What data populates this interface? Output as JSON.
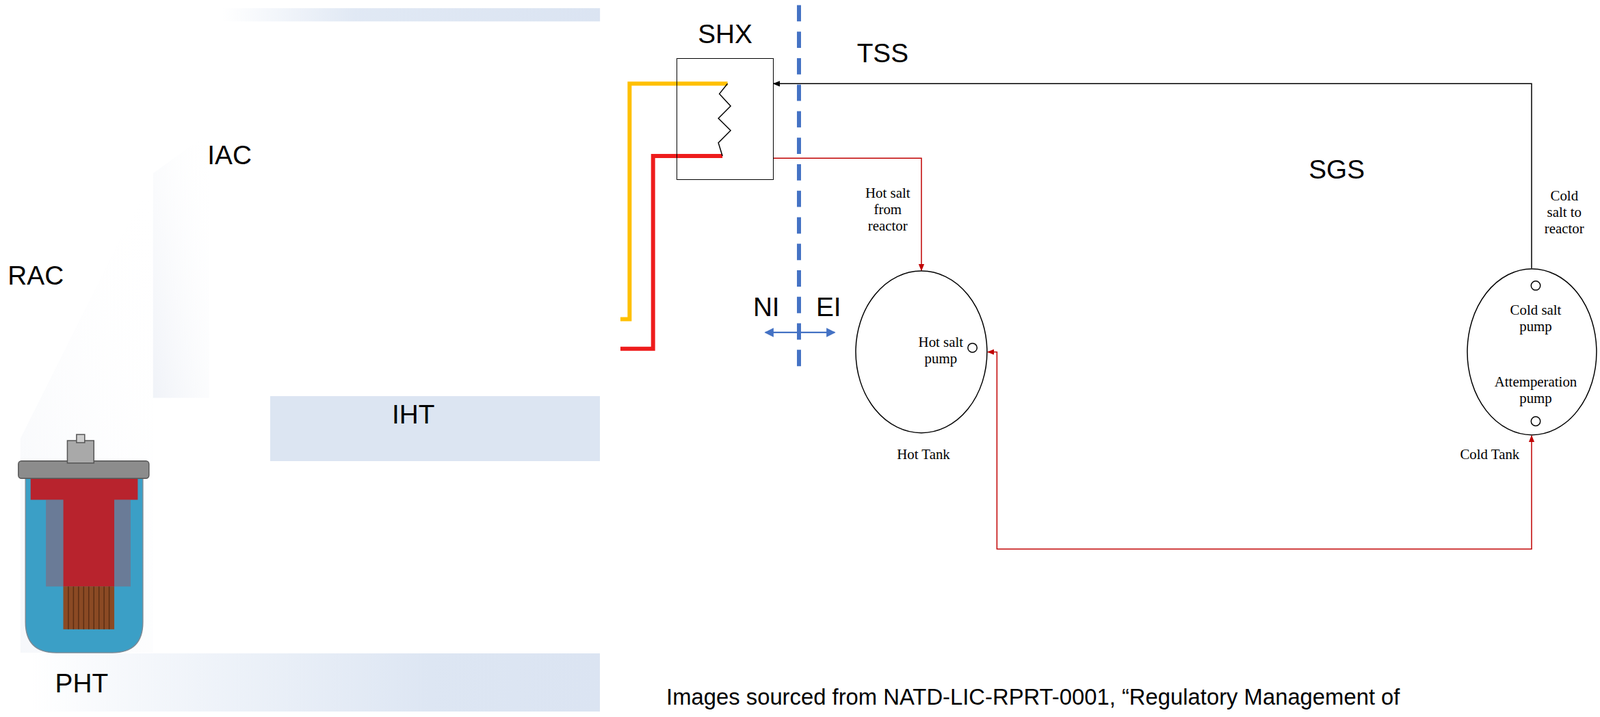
{
  "diagram": {
    "caption": "Images sourced from NATD-LIC-RPRT-0001, “Regulatory Management of",
    "nodes": [
      {
        "text": [
          "SHX"
        ]
      },
      {
        "text": [
          "IHT"
        ]
      },
      {
        "text": [
          "Hot salt pump",
          "Hot Tank"
        ]
      },
      {
        "text": [
          "Cold salt pump",
          "Attemperation pump",
          "Cold Tank"
        ]
      },
      {
        "text": [
          "PHT"
        ]
      }
    ],
    "edges": [
      {
        "from": 0,
        "to": 2,
        "arrow": "to",
        "label": "Hot salt from reactor"
      },
      {
        "from": 3,
        "to": 0,
        "arrow": "to",
        "label": "Cold salt to reactor"
      },
      {
        "from": 3,
        "to": 2,
        "arrow": "both"
      }
    ],
    "labels": [
      "IAC",
      "RAC",
      "TSS",
      "SGS",
      "NI",
      "EI"
    ]
  }
}
